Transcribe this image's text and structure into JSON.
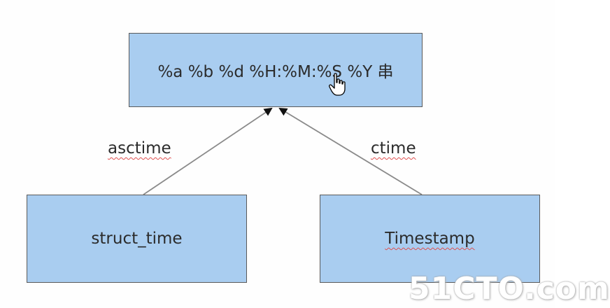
{
  "nodes": {
    "format_string": "%a %b %d %H:%M:%S %Y 串",
    "struct_time": "struct_time",
    "timestamp": "Timestamp"
  },
  "edges": {
    "left_label": "asctime",
    "right_label": "ctime"
  },
  "watermark": "51CTO.com",
  "colors": {
    "box_fill": "#a9cdf0",
    "box_border": "#5a5a5a",
    "line": "#8a8a8a",
    "text": "#2b2b2b",
    "spellcheck_underline": "#e05050"
  },
  "icons": {
    "cursor": "hand-pointer-icon"
  }
}
